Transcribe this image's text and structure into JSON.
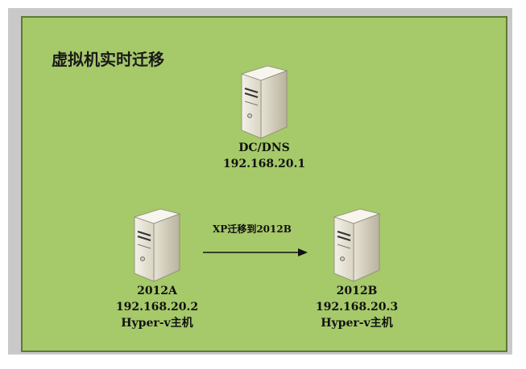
{
  "title": "虚拟机实时迁移",
  "nodes": {
    "dc": {
      "name": "DC/DNS",
      "ip": "192.168.20.1"
    },
    "host_a": {
      "name": "2012A",
      "ip": "192.168.20.2",
      "role": "Hyper-v主机"
    },
    "host_b": {
      "name": "2012B",
      "ip": "192.168.20.3",
      "role": "Hyper-v主机"
    }
  },
  "migration": {
    "label": "XP迁移到2012B"
  },
  "colors": {
    "panel": "#a6c96a",
    "border": "#5e7a32",
    "arrow": "#111111"
  }
}
